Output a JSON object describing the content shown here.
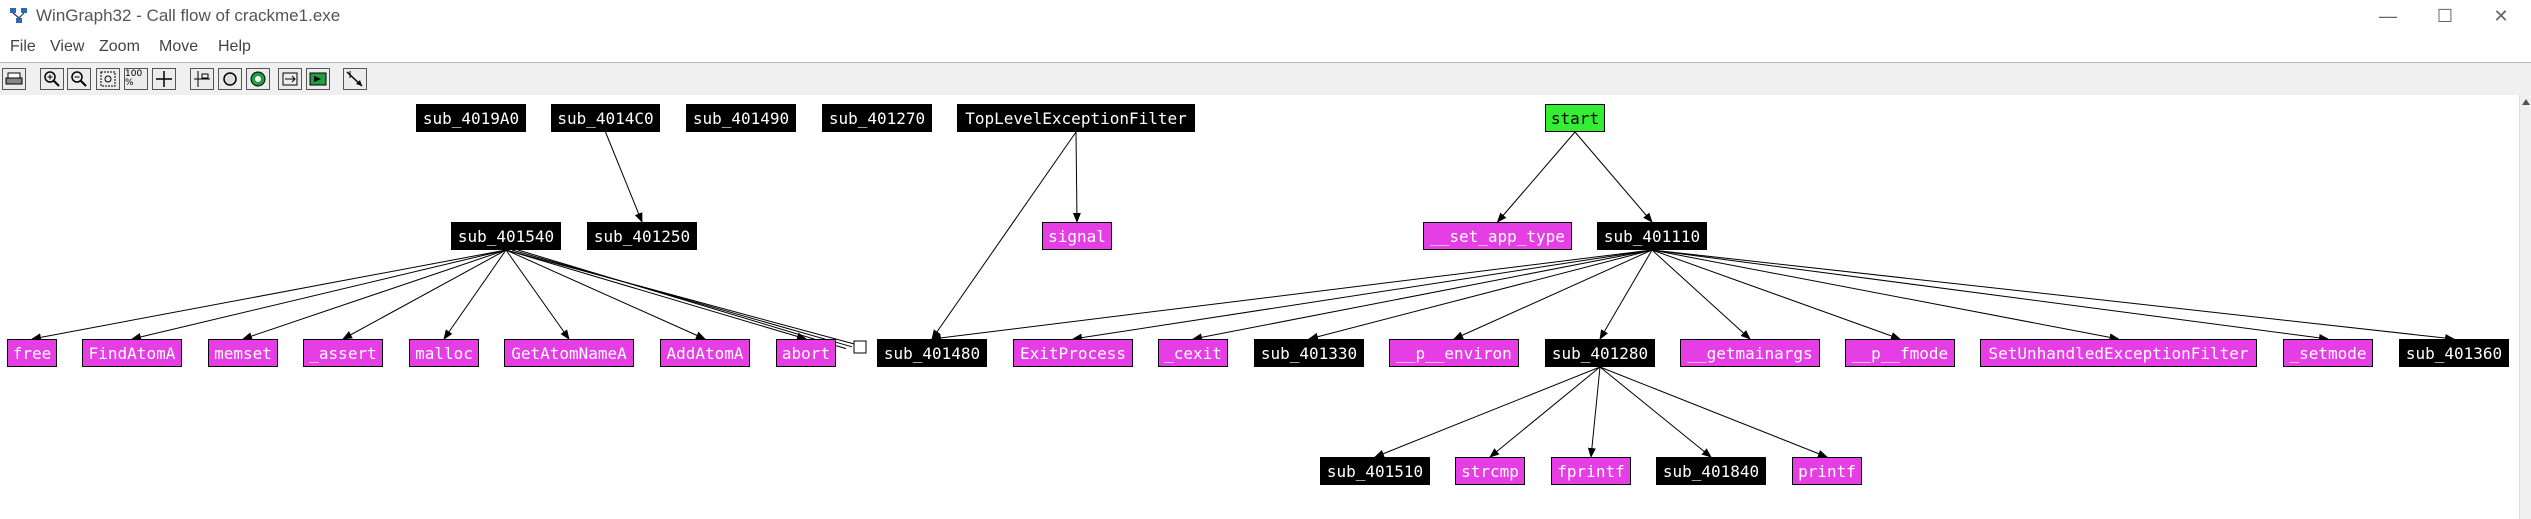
{
  "window": {
    "title": "WinGraph32 - Call flow of crackme1.exe",
    "minimize_glyph": "—",
    "maximize_glyph": "☐",
    "close_glyph": "✕"
  },
  "menu": [
    "File",
    "View",
    "Zoom",
    "Move",
    "Help"
  ],
  "toolbar": {
    "icons": [
      "print-icon",
      "zoom-in-icon",
      "zoom-out-icon",
      "fit-icon",
      "zoom-100-icon",
      "center-icon",
      "layout-icon",
      "circle-icon",
      "green-circle-icon",
      "swap-icon",
      "green-arrow-icon",
      "cursor-icon"
    ],
    "zoom_100_label": "100 %"
  },
  "colors": {
    "black_node": "#000000",
    "import_node": "#e53ee5",
    "entry_node": "#33ee33"
  },
  "graph": {
    "nodes": {
      "n_4019a0": "sub_4019A0",
      "n_4014c0": "sub_4014C0",
      "n_401490": "sub_401490",
      "n_401270": "sub_401270",
      "n_tlef": "TopLevelExceptionFilter",
      "n_start": "start",
      "n_401540": "sub_401540",
      "n_401250": "sub_401250",
      "n_signal": "signal",
      "n_set_app_type": "__set_app_type",
      "n_401110": "sub_401110",
      "n_free": "free",
      "n_findatoma": "FindAtomA",
      "n_memset": "memset",
      "n_assert": "_assert",
      "n_malloc": "malloc",
      "n_getatomnamea": "GetAtomNameA",
      "n_addatoma": "AddAtomA",
      "n_abort": "abort",
      "n_401480": "sub_401480",
      "n_exitprocess": "ExitProcess",
      "n_cexit": "_cexit",
      "n_401330": "sub_401330",
      "n_p_environ": "__p__environ",
      "n_401280": "sub_401280",
      "n_getmainargs": "__getmainargs",
      "n_p_fmode": "__p__fmode",
      "n_setuef": "SetUnhandledExceptionFilter",
      "n_setmode": "_setmode",
      "n_401360": "sub_401360",
      "n_401510": "sub_401510",
      "n_strcmp": "strcmp",
      "n_fprintf": "fprintf",
      "n_401840": "sub_401840",
      "n_printf": "printf"
    },
    "edges": [
      [
        "n_4014c0",
        "n_401250"
      ],
      [
        "n_tlef",
        "n_signal"
      ],
      [
        "n_tlef",
        "n_401480"
      ],
      [
        "n_start",
        "n_set_app_type"
      ],
      [
        "n_start",
        "n_401110"
      ],
      [
        "n_401540",
        "n_free"
      ],
      [
        "n_401540",
        "n_findatoma"
      ],
      [
        "n_401540",
        "n_memset"
      ],
      [
        "n_401540",
        "n_assert"
      ],
      [
        "n_401540",
        "n_malloc"
      ],
      [
        "n_401540",
        "n_getatomnamea"
      ],
      [
        "n_401540",
        "n_addatoma"
      ],
      [
        "n_401540",
        "n_abort"
      ],
      [
        "n_401540",
        "n_401540"
      ],
      [
        "n_401110",
        "n_401480"
      ],
      [
        "n_401110",
        "n_exitprocess"
      ],
      [
        "n_401110",
        "n_cexit"
      ],
      [
        "n_401110",
        "n_401330"
      ],
      [
        "n_401110",
        "n_p_environ"
      ],
      [
        "n_401110",
        "n_401280"
      ],
      [
        "n_401110",
        "n_getmainargs"
      ],
      [
        "n_401110",
        "n_p_fmode"
      ],
      [
        "n_401110",
        "n_setuef"
      ],
      [
        "n_401110",
        "n_setmode"
      ],
      [
        "n_401110",
        "n_401360"
      ],
      [
        "n_401280",
        "n_401510"
      ],
      [
        "n_401280",
        "n_strcmp"
      ],
      [
        "n_401280",
        "n_fprintf"
      ],
      [
        "n_401280",
        "n_401840"
      ],
      [
        "n_401280",
        "n_printf"
      ]
    ]
  }
}
